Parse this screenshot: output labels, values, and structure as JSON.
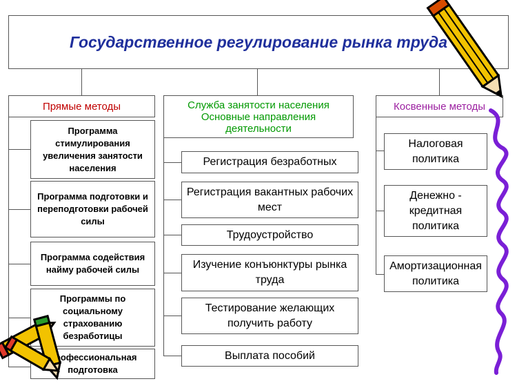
{
  "title": "Государственное регулирование рынка труда",
  "left": {
    "header": "Прямые методы",
    "header_color": "#c00000",
    "items": [
      "Программа стимулирования увеличения занятости населения",
      "Программа подготовки и переподготовки рабочей силы",
      "Программа содействия найму рабочей силы",
      "Программы по социальному страхованию безработицы",
      "Профессиональная подготовка"
    ]
  },
  "middle": {
    "header": "Служба занятости населения Основные направления деятельности",
    "header_color": "#009900",
    "items": [
      "Регистрация безработных",
      "Регистрация вакантных рабочих мест",
      "Трудоустройство",
      "Изучение конъюнктуры рынка труда",
      "Тестирование желающих получить работу",
      "Выплата пособий"
    ]
  },
  "right": {
    "header": "Косвенные методы",
    "header_color": "#9b1fa0",
    "items": [
      "Налоговая политика",
      "Денежно - кредитная политика",
      "Амортизационная политика"
    ]
  },
  "title_color": "#1f2f9c",
  "decorations": [
    "pencil-icon",
    "pencil-icon",
    "pencil-icon",
    "squiggle-line"
  ]
}
